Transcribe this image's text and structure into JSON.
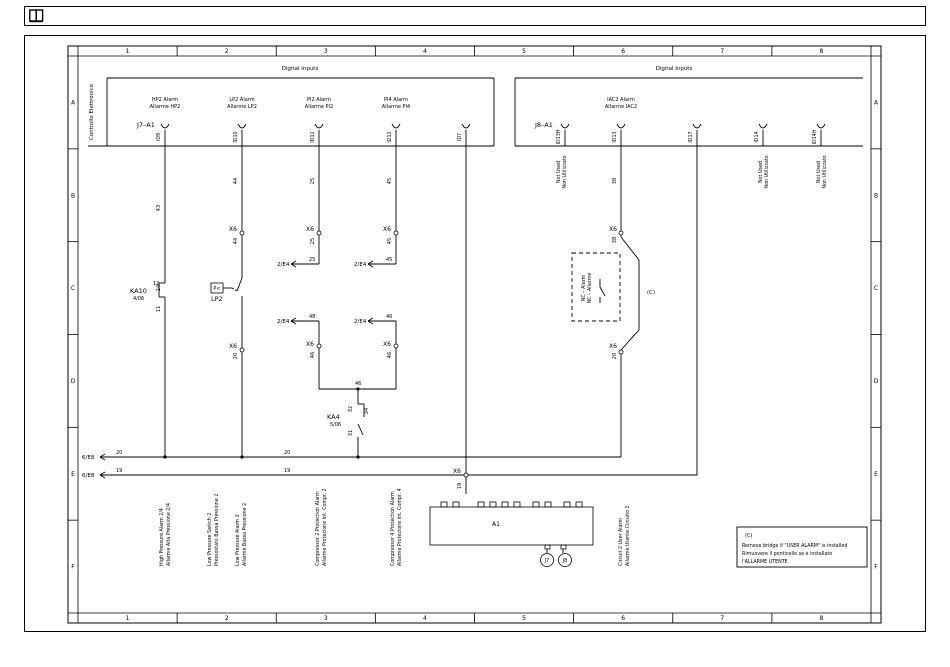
{
  "header": {
    "icon": "book-icon"
  },
  "frame": {
    "columns": [
      "1",
      "2",
      "3",
      "4",
      "5",
      "6",
      "7",
      "8"
    ],
    "rows": [
      "A",
      "B",
      "C",
      "D",
      "E",
      "F"
    ]
  },
  "diagram": {
    "bus_left_title": "Digital Inputs",
    "bus_right_title": "Digital Inputs",
    "controller_label": "Controllo Elettronico",
    "j7_label": "J7–A1",
    "j8_label": "J8–A1",
    "alarm_hp2": [
      "HP2 Alarm",
      "Allarme HP2"
    ],
    "alarm_lp2": [
      "LP2 Alarm",
      "Allarme LP2"
    ],
    "alarm_pi2": [
      "PI2 Alarm",
      "Allarme PI2"
    ],
    "alarm_pi4": [
      "PI4 Alarm",
      "Allarme PI4"
    ],
    "alarm_iac2": [
      "IAC2 Alarm",
      "Allarme IAC2"
    ],
    "pin_id9": "ID9",
    "pin_id10": "ID10",
    "pin_id11": "ID11",
    "pin_id12": "ID12",
    "pin_id7": "ID7",
    "pin_id13h": "ID13H",
    "pin_id13": "ID13",
    "pin_id17": "ID17",
    "pin_id14": "ID14",
    "pin_id14h": "ID14H",
    "not_used": [
      "Not Used",
      "Non Utilizzato"
    ],
    "wire_43": "43",
    "wire_44": "44",
    "wire_25": "25",
    "wire_45": "45",
    "wire_38": "38",
    "wire_48": "48",
    "wire_46": "46",
    "wire_20": "20",
    "wire_19": "19",
    "wire_12": "12",
    "wire_14": "14",
    "wire_11": "11",
    "wire_32": "32",
    "wire_34": "34",
    "wire_31": "31",
    "terminal_x6": "X6",
    "ref_2e4": "2/E4",
    "ref_6e8": "6/E8",
    "ka10": "KA10",
    "ka10_ref": "4/06",
    "ka4": "KA4",
    "ka4_ref": "5/06",
    "lp2_device": "LP2",
    "lp2_p": "P<",
    "nc_alarm": [
      "NC – Alarm",
      "NC – Allarme"
    ],
    "bridge_mark": "(C)",
    "a1_label": "A1",
    "j7_conn": "J7",
    "j8_conn": "J8",
    "bottom_hp": [
      "High Pressure Alarm 2/4",
      "Allarme Alta Pressione 2/4"
    ],
    "bottom_lp_switch": [
      "Low Pressure Switch 2",
      "Pressostato Bassa Pressione 2"
    ],
    "bottom_lp_alarm": [
      "Low Pressure Alarm 2",
      "Allarme Bassa Pressione 2"
    ],
    "bottom_comp2": [
      "Compressor 2 Protection Alarm",
      "Allarme Protezione Int. Compr. 2"
    ],
    "bottom_comp4": [
      "Compressor 4 Protection Alarm",
      "Allarme Protezione Int. Compr. 4"
    ],
    "bottom_user": [
      "Circuit 2 User Alarm",
      "Allarme Utente Circuito 2"
    ],
    "note_mark": "(C)",
    "note_line1": "Remove bridge if \"USER ALARM\" is installed",
    "note_line2": "Rimuovere il ponticello se è installato",
    "note_line3": "l'ALLARME UTENTE"
  }
}
